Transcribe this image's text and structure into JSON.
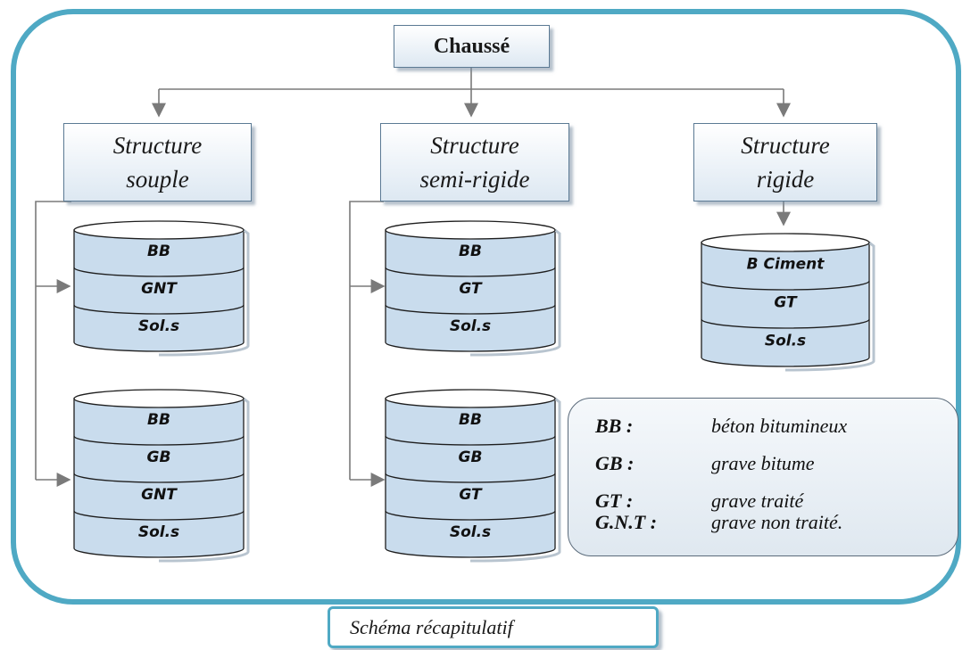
{
  "root": "Chaussé",
  "structures": [
    {
      "line1": "Structure",
      "line2": "souple"
    },
    {
      "line1": "Structure",
      "line2": "semi-rigide"
    },
    {
      "line1": "Structure",
      "line2": "rigide"
    }
  ],
  "cylinders": {
    "souple_1": [
      "BB",
      "GNT",
      "Sol.s"
    ],
    "souple_2": [
      "BB",
      "GB",
      "GNT",
      "Sol.s"
    ],
    "semi_1": [
      "BB",
      "GT",
      "Sol.s"
    ],
    "semi_2": [
      "BB",
      "GB",
      "GT",
      "Sol.s"
    ],
    "rigide_1": [
      "B Ciment",
      "GT",
      "Sol.s"
    ]
  },
  "legend": [
    {
      "abbr": "BB :",
      "def": "béton bitumineux"
    },
    {
      "abbr": "GB :",
      "def": "grave bitume"
    },
    {
      "abbr": "GT :",
      "def": "grave traité"
    },
    {
      "abbr": "G.N.T :",
      "def": "grave non traité."
    }
  ],
  "caption": "Schéma récapitulatif",
  "colors": {
    "frame": "#4fa9c4",
    "layer_fill": "#c9dced",
    "connector": "#7a7a7a"
  }
}
